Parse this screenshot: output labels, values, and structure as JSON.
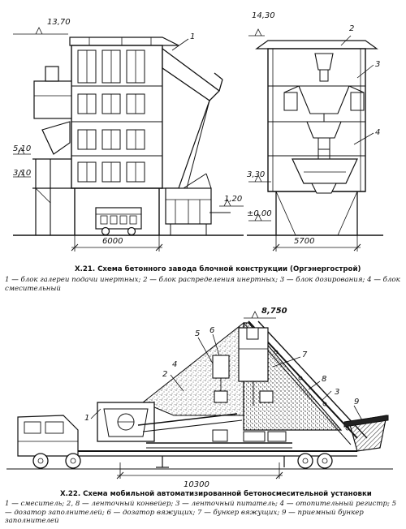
{
  "fig1": {
    "dims": {
      "h1": "13,70",
      "h2": "5,10",
      "h3": "3,10",
      "h4": "14,30",
      "h5": "3,30",
      "h6": "1,20",
      "h7": "±0,00",
      "w1": "6000",
      "w2": "5700"
    },
    "labels": {
      "l1": "1",
      "l2": "2",
      "l3": "3",
      "l4": "4"
    },
    "caption_title": "Х.21. Схема бетонного завода блочной конструкции (Оргэнергострой)",
    "caption_legend": "1 — блок галереи подачи инертных; 2 — блок распределения инертных; 3 — блок дозирования; 4 — блок смесительный"
  },
  "fig2": {
    "dims": {
      "h1": "8,750",
      "w1": "10300"
    },
    "labels": {
      "l1": "1",
      "l2": "2",
      "l3": "3",
      "l4": "4",
      "l5": "5",
      "l6": "6",
      "l7": "7",
      "l8": "8",
      "l9": "9"
    },
    "caption_title": "Х.22. Схема мобильной автоматизированной бетоносмесительной установки",
    "caption_legend": "1 — смеситель; 2, 8 — ленточный конвейер; 3 — ленточный питатель; 4 — отопительный регистр; 5 — дозатор заполнителей; 6 — дозатор вяжущих; 7 — бункер вяжущих; 9 — приемный бункер заполнителей"
  }
}
